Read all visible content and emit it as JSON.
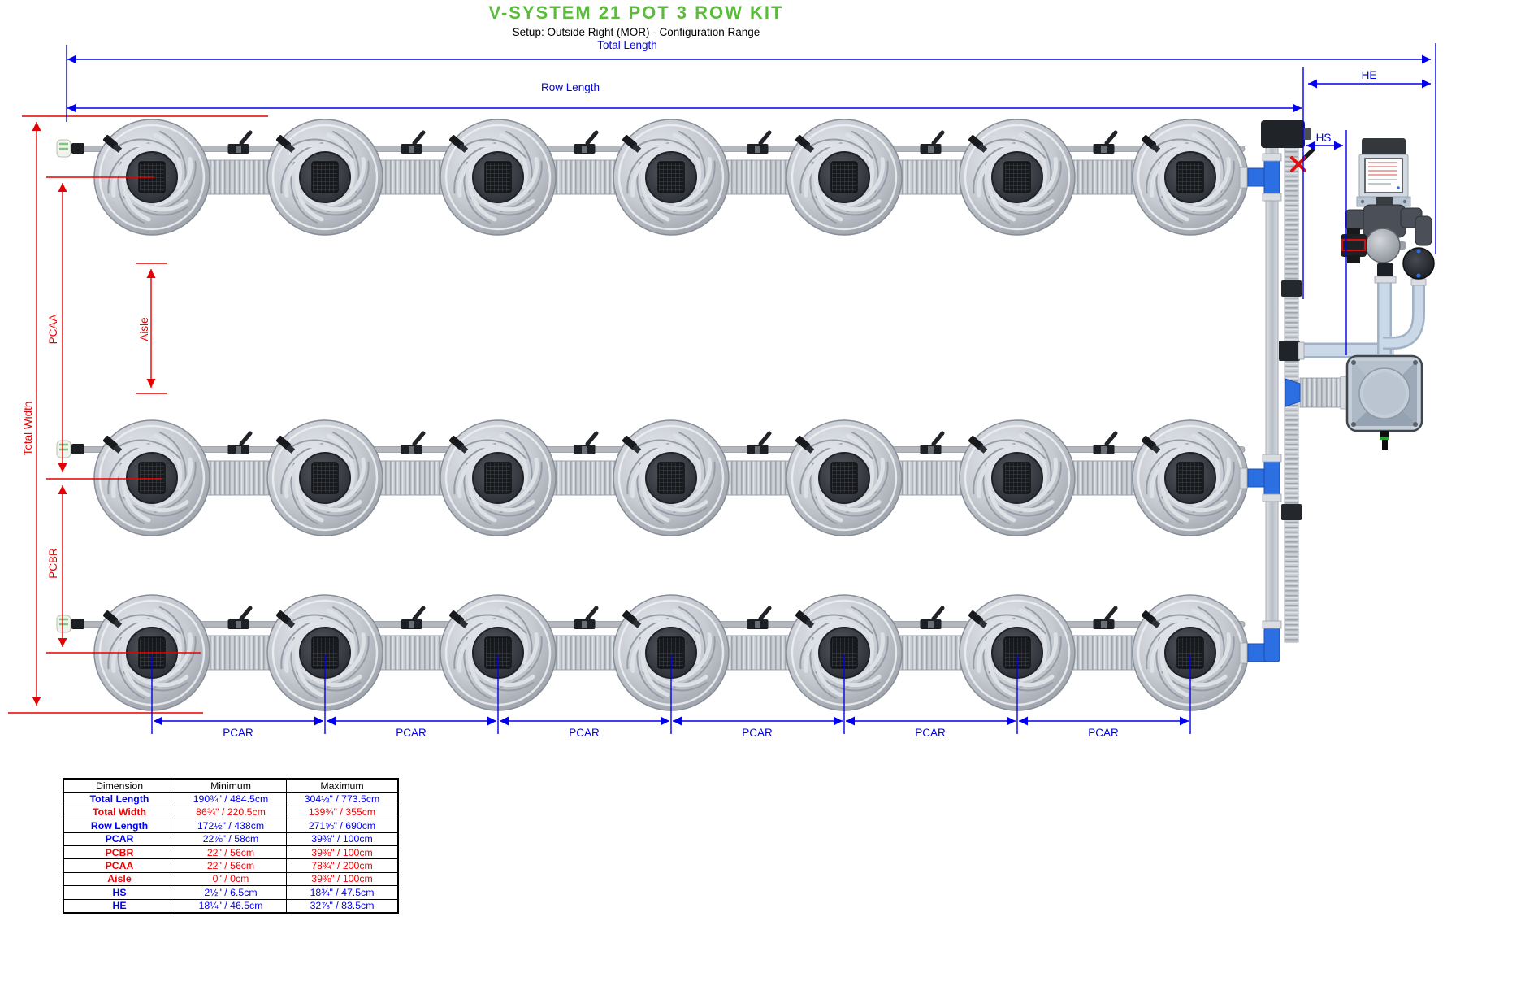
{
  "title": "V-SYSTEM 21 POT 3 ROW KIT",
  "subtitle": "Setup: Outside Right (MOR) - Configuration Range",
  "colors": {
    "accent_green": "#5bbb3b",
    "dim_blue": "#0000ee",
    "dim_red": "#e60000"
  },
  "diagram": {
    "pots": {
      "rows": 3,
      "pots_per_row": 7,
      "total_pots": 21
    },
    "labels": {
      "total_length": "Total Length",
      "row_length": "Row Length",
      "he": "HE",
      "hs": "HS",
      "total_width": "Total Width",
      "pcaa": "PCAA",
      "pcbr": "PCBR",
      "aisle": "Aisle",
      "pcar": "PCAR"
    }
  },
  "table": {
    "headers": [
      "Dimension",
      "Minimum",
      "Maximum"
    ],
    "rows": [
      {
        "dimension": "Total Length",
        "min": "190¾\" / 484.5cm",
        "max": "304½\" / 773.5cm",
        "color": "blue"
      },
      {
        "dimension": "Total Width",
        "min": "86¾\" / 220.5cm",
        "max": "139¾\" / 355cm",
        "color": "red"
      },
      {
        "dimension": "Row Length",
        "min": "172½\" / 438cm",
        "max": "271⅝\" / 690cm",
        "color": "blue"
      },
      {
        "dimension": "PCAR",
        "min": "22⅞\" / 58cm",
        "max": "39⅜\" / 100cm",
        "color": "blue"
      },
      {
        "dimension": "PCBR",
        "min": "22\" / 56cm",
        "max": "39⅜\" / 100cm",
        "color": "red"
      },
      {
        "dimension": "PCAA",
        "min": "22\" / 56cm",
        "max": "78¾\" / 200cm",
        "color": "red"
      },
      {
        "dimension": "Aisle",
        "min": "0\" / 0cm",
        "max": "39⅜\" / 100cm",
        "color": "red"
      },
      {
        "dimension": "HS",
        "min": "2½\" / 6.5cm",
        "max": "18¾\" / 47.5cm",
        "color": "blue"
      },
      {
        "dimension": "HE",
        "min": "18¼\" / 46.5cm",
        "max": "32⅞\" / 83.5cm",
        "color": "blue"
      }
    ]
  }
}
